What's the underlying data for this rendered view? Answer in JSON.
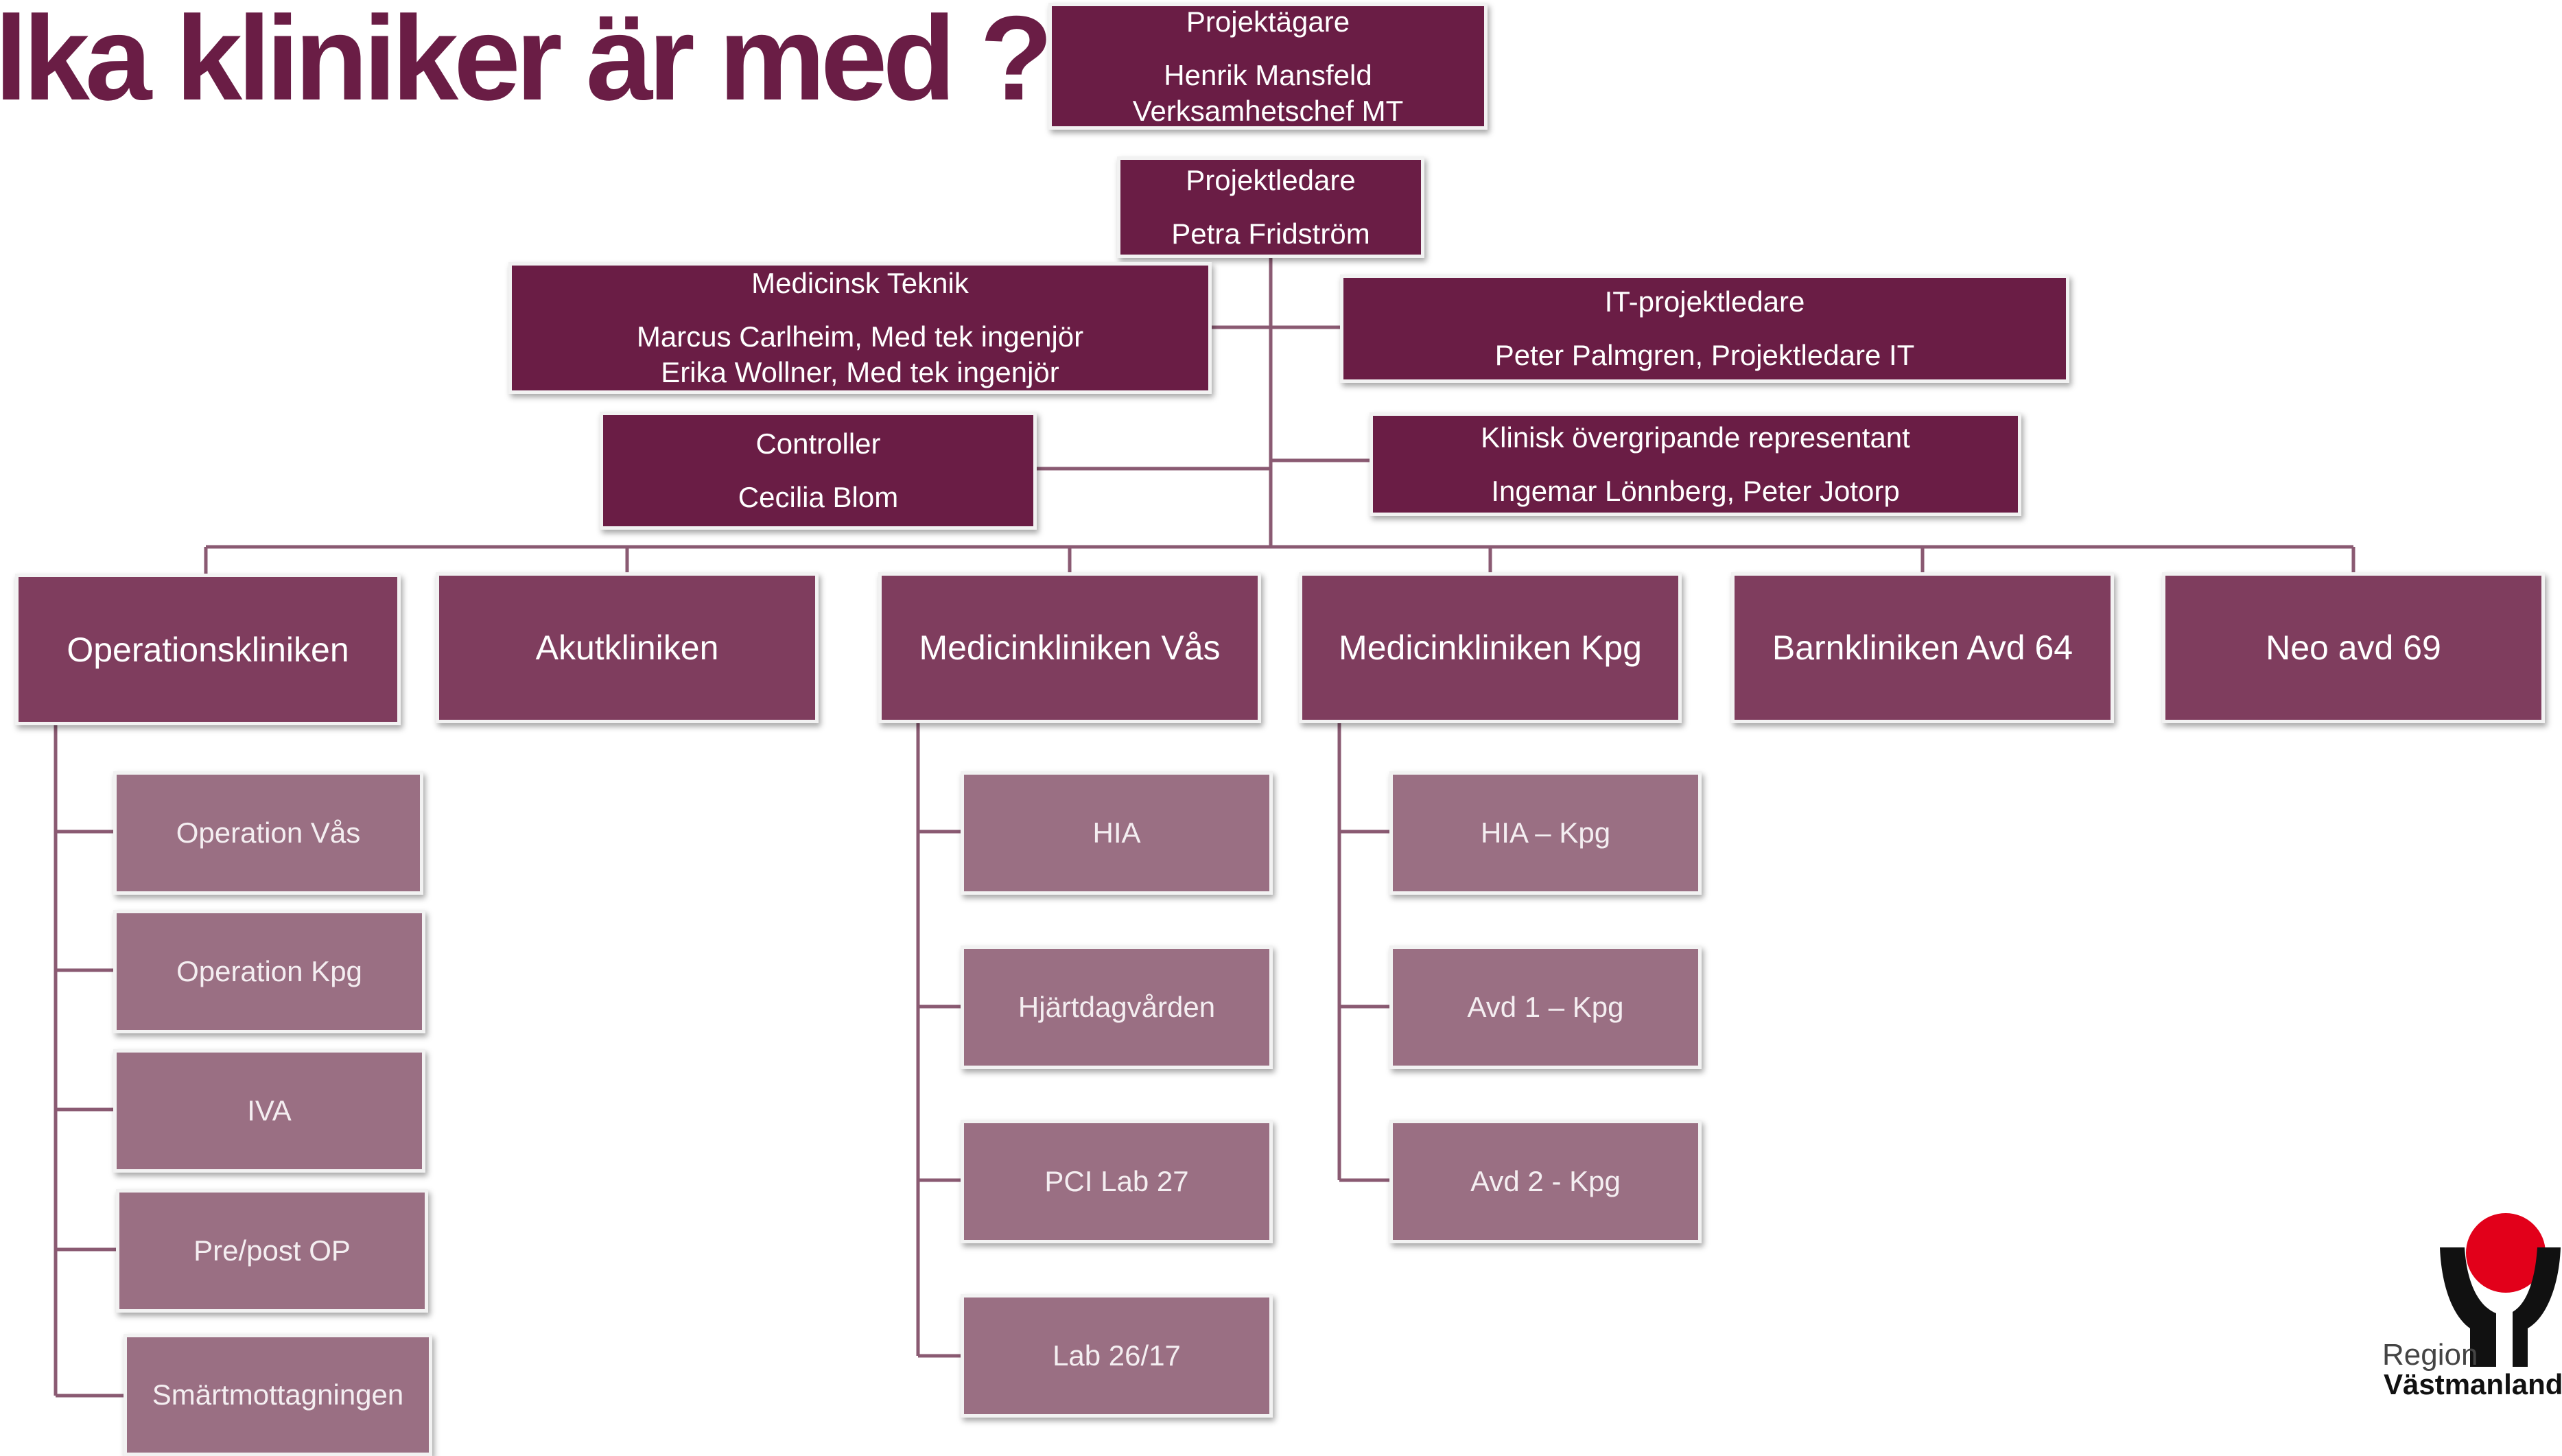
{
  "title": "lka kliniker är med ?",
  "colors": {
    "dark": "#6a1d45",
    "mid": "#7f3d5e",
    "light": "#9a6f83",
    "connector": "#8a5a72",
    "logo_red": "#e2001a"
  },
  "top": {
    "owner": {
      "role": "Projektägare",
      "name": "Henrik Mansfeld",
      "title": "Verksamhetschef MT"
    },
    "leader": {
      "role": "Projektledare",
      "name": "Petra Fridström"
    },
    "medtek": {
      "role": "Medicinsk Teknik",
      "line1": "Marcus Carlheim, Med tek ingenjör",
      "line2": "Erika Wollner,  Med tek ingenjör"
    },
    "it": {
      "role": "IT-projektledare",
      "name": "Peter Palmgren, Projektledare IT"
    },
    "controller": {
      "role": "Controller",
      "name": "Cecilia Blom"
    },
    "klinisk": {
      "role": "Klinisk övergripande representant",
      "name": "Ingemar Lönnberg, Peter Jotorp"
    }
  },
  "clinics": [
    {
      "name": "Operationskliniken",
      "units": [
        "Operation Vås",
        "Operation Kpg",
        "IVA",
        "Pre/post OP",
        "Smärtmottagningen"
      ]
    },
    {
      "name": "Akutkliniken",
      "units": []
    },
    {
      "name": "Medicinkliniken Vås",
      "units": [
        "HIA",
        "Hjärtdagvården",
        "PCI Lab 27",
        "Lab 26/17"
      ]
    },
    {
      "name": "Medicinkliniken Kpg",
      "units": [
        "HIA – Kpg",
        "Avd 1 – Kpg",
        "Avd 2 - Kpg"
      ]
    },
    {
      "name": "Barnkliniken Avd 64",
      "units": []
    },
    {
      "name": "Neo avd 69",
      "units": []
    }
  ],
  "logo": {
    "line1": "Region",
    "line2": "Västmanland"
  }
}
